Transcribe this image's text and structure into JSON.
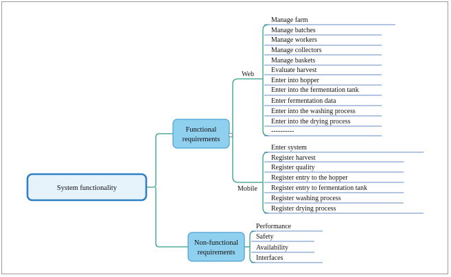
{
  "root": {
    "label": "System functionality"
  },
  "functional": {
    "label_line1": "Functional",
    "label_line2": "requirements",
    "web": {
      "label": "Web",
      "items": [
        "Manage farm",
        "Manage batches",
        "Manage workers",
        "Manage collectors",
        "Manage baskets",
        "Evaluate harvest",
        "Enter into hopper",
        "Enter into the fermentation tank",
        "Enter fermentation data",
        "Enter into the washing process",
        "Enter into the drying process",
        "----------"
      ]
    },
    "mobile": {
      "label": "Mobile",
      "items": [
        "Enter system",
        "Register harvest",
        "Register quality",
        "Register entry to the hopper",
        "Register entry to fermentation tank",
        "Register washing process",
        "Register drying process"
      ]
    }
  },
  "nonfunctional": {
    "label_line1": "Non-functional",
    "label_line2": "requirements",
    "items": [
      "Performance",
      "Safety",
      "Availability",
      "Interfaces"
    ]
  }
}
